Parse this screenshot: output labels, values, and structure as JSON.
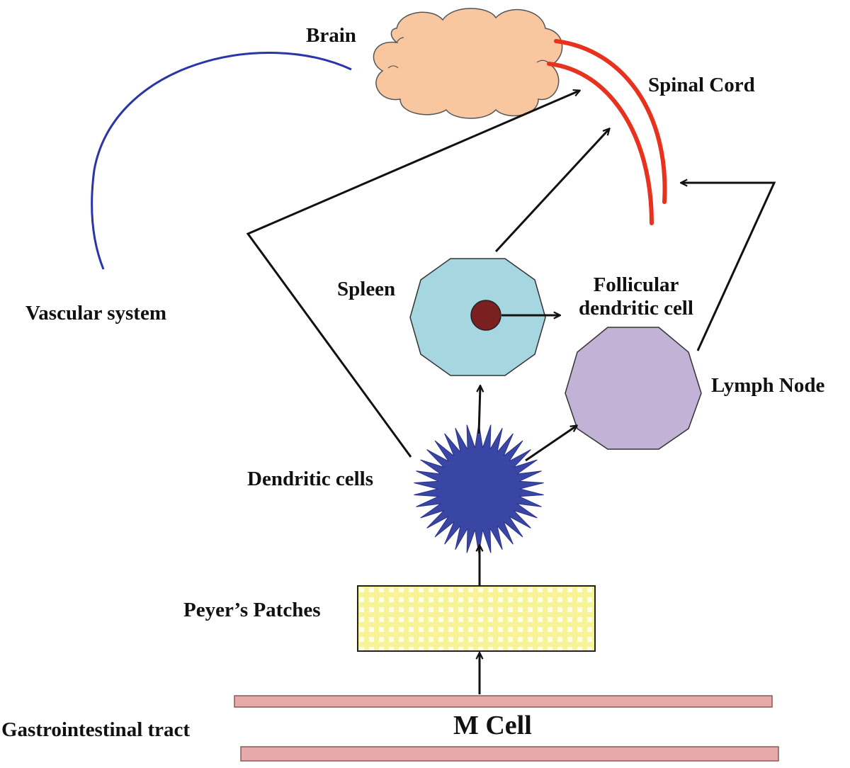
{
  "labels": {
    "brain": "Brain",
    "spinal_cord": "Spinal Cord",
    "vascular_system": "Vascular system",
    "spleen": "Spleen",
    "follicular_line1": "Follicular",
    "follicular_line2": "dendritic cell",
    "lymph_node": "Lymph Node",
    "dendritic_cells": "Dendritic cells",
    "peyers_patches": "Peyer’s Patches",
    "gi_tract": "Gastrointestinal tract",
    "m_cell": "M Cell"
  },
  "colors": {
    "brain_fill": "#f8c7a0",
    "spinal_cord": "#e8321e",
    "vascular": "#2a35a8",
    "spleen_fill": "#a6d6e0",
    "follicle_fill": "#7a2020",
    "lymph_fill": "#c2b2d6",
    "dendritic_fill": "#3a46a4",
    "patch_fill": "#f6f39a",
    "gi_fill": "#e7a9aa",
    "arrow": "#111111"
  }
}
